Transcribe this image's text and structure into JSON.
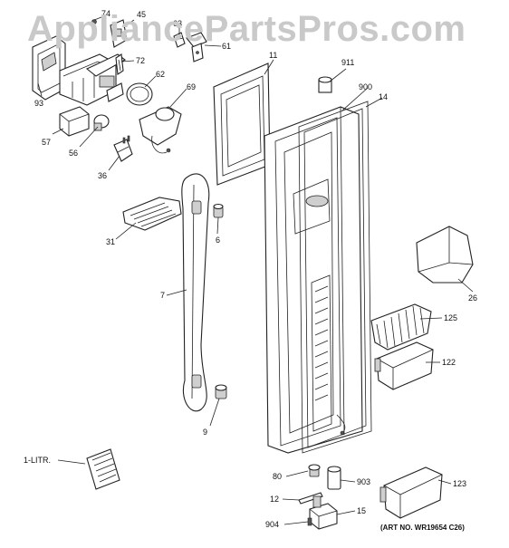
{
  "watermark": "AppliancePartsPros.com",
  "art_number": "(ART NO. WR19654 C26)",
  "callouts": {
    "p74": "74",
    "p45": "45",
    "p63": "63",
    "p61": "61",
    "p72": "72",
    "p62": "62",
    "p69": "69",
    "p93": "93",
    "p57": "57",
    "p56": "56",
    "p36": "36",
    "p11": "11",
    "p911": "911",
    "p900": "900",
    "p14": "14",
    "p31": "31",
    "p6": "6",
    "p7": "7",
    "p26": "26",
    "p125": "125",
    "p122": "122",
    "p9": "9",
    "p1litr": "1-LITR.",
    "p80": "80",
    "p903": "903",
    "p12": "12",
    "p123": "123",
    "p904": "904",
    "p15": "15"
  }
}
